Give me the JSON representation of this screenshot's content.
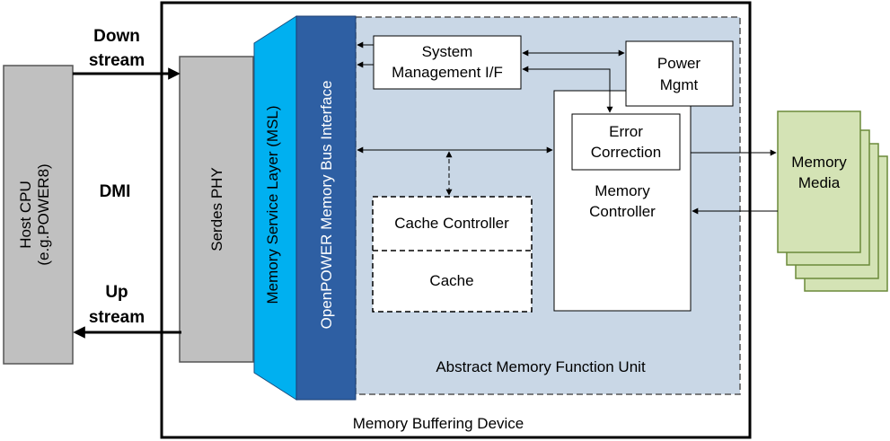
{
  "labels": {
    "host_cpu": "Host CPU",
    "host_cpu_sub": "(e.g.POWER8)",
    "downstream_1": "Down",
    "downstream_2": "stream",
    "dmi": "DMI",
    "upstream_1": "Up",
    "upstream_2": "stream",
    "serdes_phy": "Serdes PHY",
    "msl": "Memory Service Layer (MSL)",
    "omi": "OpenPOWER Memory Bus Interface",
    "smi_1": "System",
    "smi_2": "Management I/F",
    "power_1": "Power",
    "power_2": "Mgmt",
    "error_1": "Error",
    "error_2": "Correction",
    "memctrl_1": "Memory",
    "memctrl_2": "Controller",
    "cache_controller": "Cache Controller",
    "cache": "Cache",
    "abstract_unit": "Abstract Memory Function Unit",
    "buffering_device": "Memory Buffering Device",
    "memory_media_1": "Memory",
    "memory_media_2": "Media"
  },
  "colors": {
    "host_cpu_fill": "#c0c0c0",
    "serdes_fill": "#c0c0c0",
    "msl_fill": "#00b0f0",
    "omi_fill": "#2e5fa3",
    "abstract_fill": "#c9d7e6",
    "media_fill": "#d4e3b5",
    "media_stroke": "#6b8a3a"
  }
}
